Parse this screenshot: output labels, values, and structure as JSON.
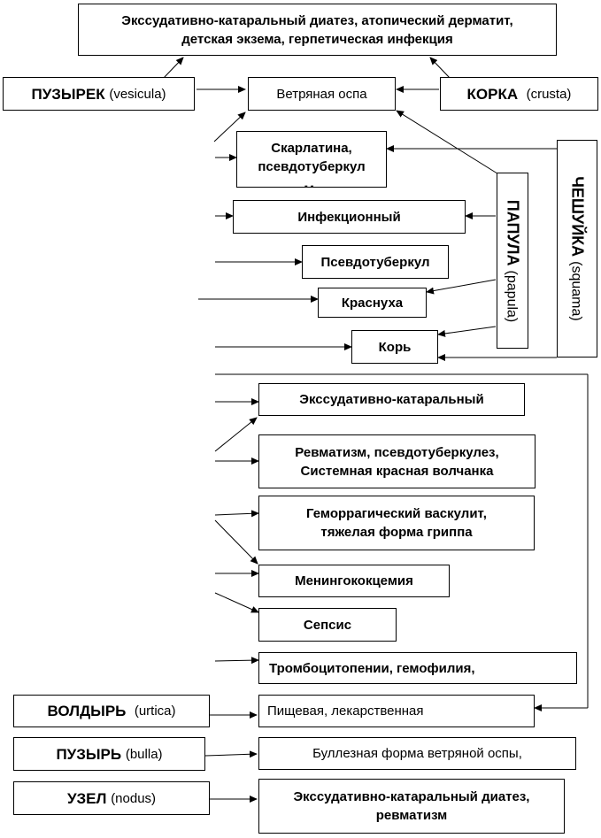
{
  "top_box": {
    "line1": "Экссудативно-катаральный диатез, атопический дерматит,",
    "line2": "детская экзема, герпетическая инфекция"
  },
  "left_labels": {
    "vesicula": {
      "name": "ПУЗЫРЕК",
      "latin": "(vesicula)"
    },
    "urtica": {
      "name": "ВОЛДЫРЬ",
      "latin": "(urtica)"
    },
    "bulla": {
      "name": "ПУЗЫРЬ",
      "latin": "(bulla)"
    },
    "nodus": {
      "name": "УЗЕЛ",
      "latin": "(nodus)"
    }
  },
  "right_labels": {
    "crusta": {
      "name": "КОРКА",
      "latin": "(crusta)"
    },
    "papula": {
      "name": "ПАПУЛА",
      "latin": "(papula)"
    },
    "squama": {
      "name": "ЧЕШУЙКА",
      "latin": "(squama)"
    }
  },
  "disease_boxes": {
    "varicella": "Ветряная оспа",
    "scarlatina_l1": "Скарлатина,",
    "scarlatina_l2": "псевдотуберкул",
    "scarlatina_cut": "- -",
    "infectious": "Инфекционный",
    "pseudotuberculosis": "Псевдотуберкул",
    "rubella": "Краснуха",
    "measles": "Корь",
    "exudative": "Экссудативно-катаральный",
    "rheumatism_l1": "Ревматизм, псевдотуберкулез,",
    "rheumatism_l2": "Системная красная волчанка",
    "vasculitis_l1": "Геморрагический васкулит,",
    "vasculitis_l2": "тяжелая форма гриппа",
    "meningococcemia": "Менингококцемия",
    "sepsis": "Сепсис",
    "thrombocytopenia": "Тромбоцитопении, гемофилия,",
    "food": "Пищевая, лекарственная",
    "bullous": "Буллезная форма ветряной оспы,",
    "nodus_l1": "Экссудативно-катаральный диатез,",
    "nodus_l2": "ревматизм"
  }
}
